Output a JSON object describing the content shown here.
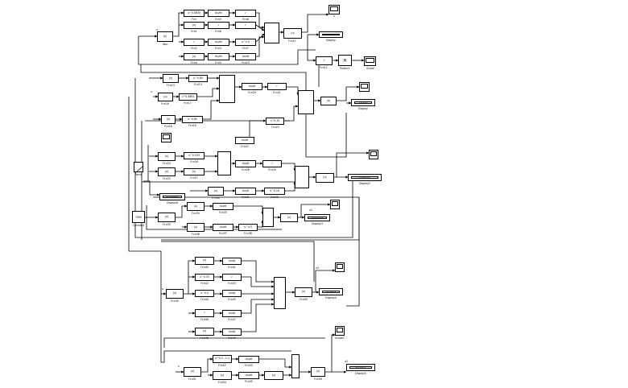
{
  "diagram": {
    "gain_text": "|u|",
    "section1": {
      "out_label": "u",
      "abs_block": {
        "text": "|u|",
        "label": "Abs"
      },
      "rows": [
        {
          "b1": "u^0.0833",
          "b1_label": "Fcn",
          "b2": "du/dt",
          "b2_label": "Fcn5",
          "b3": "√",
          "b3_label": "Fcn8"
        },
        {
          "b1": "|u|",
          "b1_label": "Fcn1",
          "b2": "√",
          "b2_label": "Fcn6",
          "b3": "",
          "b3_label": ""
        },
        {
          "b1": "√",
          "b1_label": "Fcn2",
          "b2": "du/dt",
          "b2_label": "Fcn3",
          "b3": "u^0.5",
          "b3_label": "Fcn7"
        },
        {
          "b1": "|u|",
          "b1_label": "Fcn4",
          "b2": "du/dt",
          "b2_label": "Fcn9",
          "b3": "du/dt",
          "b3_label": "Fcn10"
        }
      ],
      "sum_label": "Fcn11",
      "display_value": "1.5e+003",
      "display_label": "Display",
      "product_label": "Product",
      "fcn_label": "Fcn12",
      "scope_label": "u",
      "bottom_scope_label": "Scope"
    },
    "section2": {
      "label_in": "u",
      "blocks": [
        {
          "text": "|u|",
          "label": "Fcn13"
        },
        {
          "text": "u^0.85",
          "label": "Fcn14"
        },
        {
          "text": "|u|",
          "label": "Fcn16"
        },
        {
          "text": "u^0.4661",
          "label": "Fcn17"
        },
        {
          "text": "|u|",
          "label": "Fcn18"
        },
        {
          "text": "u^0.85",
          "label": "Fcn19"
        },
        {
          "text": "du/dt",
          "label": "Fcn20"
        },
        {
          "text": "√",
          "label": "Fcn21"
        },
        {
          "text": "du/dt",
          "label": "Fcn22"
        },
        {
          "text": "u^0.25",
          "label": "Fcn23"
        }
      ],
      "display_value": "70.123",
      "display_label": "Display"
    },
    "section3": {
      "blocks": [
        {
          "text": "|u|",
          "label": "Fcn24"
        },
        {
          "text": "|u|",
          "label": "Fcn25"
        },
        {
          "text": "u^0.333",
          "label": "Fcn26"
        },
        {
          "text": "|u|",
          "label": "Fcn27"
        },
        {
          "text": "du/dt",
          "label": "Fcn28"
        },
        {
          "text": "√",
          "label": "Fcn29"
        },
        {
          "text": "|u|",
          "label": "Fcn30"
        },
        {
          "text": "du/dt",
          "label": "Fcn31"
        },
        {
          "text": "u^0.16",
          "label": "Fcn32"
        }
      ],
      "display_value": "59.89.62",
      "display_label": "Display2",
      "ramp_label": "Ramp",
      "ramp_display": "0.000000",
      "ramp_display_label": "Display6",
      "const_value": "7000",
      "const_label": "Constant"
    },
    "section4": {
      "blocks": [
        {
          "text": "|u|",
          "label": "Fcn33"
        },
        {
          "text": "|u|",
          "label": "Fcn34"
        },
        {
          "text": "du/dt",
          "label": "Fcn35"
        },
        {
          "text": "|u|",
          "label": "Fcn36"
        },
        {
          "text": "du/dt",
          "label": "Fcn37"
        },
        {
          "text": "u^0.5",
          "label": "Fcn38"
        }
      ],
      "display_value": "1000.000",
      "display_label": "Display3",
      "scope_label": "u1"
    },
    "section5": {
      "in_label": "u",
      "abs_label": "Fcn39",
      "rows": [
        {
          "b1": "|u|",
          "b1_label": "Fcn40",
          "b2": "du/dt",
          "b2_label": "Fcn41"
        },
        {
          "b1": "u^0.33",
          "b1_label": "Fcn42",
          "b2": "√",
          "b2_label": "Fcn43"
        },
        {
          "b1": "u^0.5",
          "b1_label": "Fcn44",
          "b2": "du/dt",
          "b2_label": "Fcn45"
        },
        {
          "b1": "√",
          "b1_label": "Fcn46",
          "b2": "du/dt",
          "b2_label": "Fcn47"
        },
        {
          "b1": "|u|",
          "b1_label": "Fcn48",
          "b2": "du/dt",
          "b2_label": "Fcn49"
        }
      ],
      "sum_label": "Fcn50",
      "display_value": "57.6E-4",
      "display_label": "Display4",
      "scope_label": "u3"
    },
    "section6": {
      "in_label": "u",
      "abs_label": "Fcn51",
      "rows": [
        {
          "b1": "u^0.3 - 1.1",
          "b1_label": "Fcn52",
          "b2": "du/dt",
          "b2_label": "Fcn53"
        },
        {
          "b1": "|u|",
          "b1_label": "Fcn54",
          "b2": "du/dt",
          "b2_label": "Fcn55"
        }
      ],
      "mux_label": "Fcn56",
      "display_value": "52.0437",
      "display_label": "Display5",
      "scope_label": "u5",
      "scope2_label": "Scope1"
    }
  }
}
